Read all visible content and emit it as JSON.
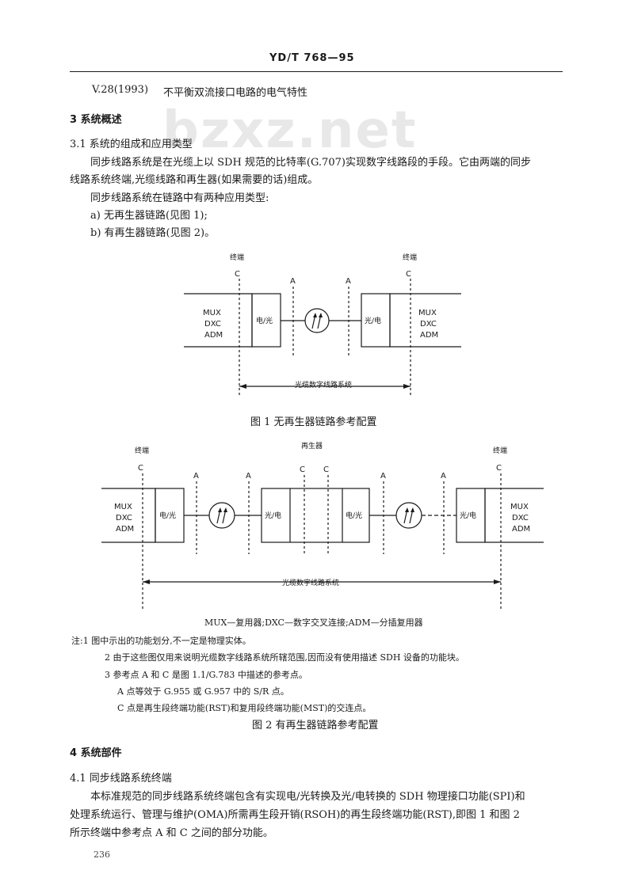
{
  "header": {
    "code": "YD/T 768—95"
  },
  "watermark": "bzxz.net",
  "ref_line": {
    "code": "V.28(1993)",
    "title": "不平衡双流接口电路的电气特性"
  },
  "sec3": {
    "title": "3   系统概述"
  },
  "sec31": {
    "title": "3.1   系统的组成和应用类型",
    "p1_l1": "同步线路系统是在光缆上以 SDH 规范的比特率(G.707)实现数字线路段的手段。它由两端的同步",
    "p1_l2": "线路系统终端,光缆线路和再生器(如果需要的话)组成。",
    "p2": "同步线路系统在链路中有两种应用类型:",
    "item_a": "a) 无再生器链路(见图 1);",
    "item_b": "b) 有再生器链路(见图 2)。"
  },
  "fig1": {
    "term_left": "终端",
    "term_right": "终端",
    "c": "C",
    "a": "A",
    "mux": "MUX",
    "dxc": "DXC",
    "adm": "ADM",
    "eo": "电/光",
    "oe": "光/电",
    "system": "光缆数字线路系统",
    "caption": "图 1   无再生器链路参考配置"
  },
  "fig2": {
    "term_left": "终端",
    "regen": "再生器",
    "term_right": "终端",
    "c": "C",
    "a": "A",
    "mux": "MUX",
    "dxc": "DXC",
    "adm": "ADM",
    "eo": "电/光",
    "oe": "光/电",
    "system": "光缆数字线路系统",
    "legend": "MUX—复用器;DXC—数字交叉连接;ADM—分插复用器",
    "caption": "图 2   有再生器链路参考配置"
  },
  "notes": {
    "n1": "注:1 图中示出的功能划分,不一定是物理实体。",
    "n2": "2 由于这些图仅用来说明光缆数字线路系统所辖范围,因而没有使用描述 SDH 设备的功能块。",
    "n3": "3 参考点 A 和 C 是图 1.1/G.783 中描述的参考点。",
    "n3a": "A 点等效于 G.955 或 G.957 中的 S/R 点。",
    "n3b": "C 点是再生段终端功能(RST)和复用段终端功能(MST)的交连点。"
  },
  "sec4": {
    "title": "4   系统部件"
  },
  "sec41": {
    "title": "4.1   同步线路系统终端",
    "p_l1": "本标准规范的同步线路系统终端包含有实现电/光转换及光/电转换的 SDH 物理接口功能(SPI)和",
    "p_l2": "处理系统运行、管理与维护(OMA)所需再生段开销(RSOH)的再生段终端功能(RST),即图 1 和图 2",
    "p_l3": "所示终端中参考点 A 和 C 之间的部分功能。"
  },
  "page_number": "236"
}
